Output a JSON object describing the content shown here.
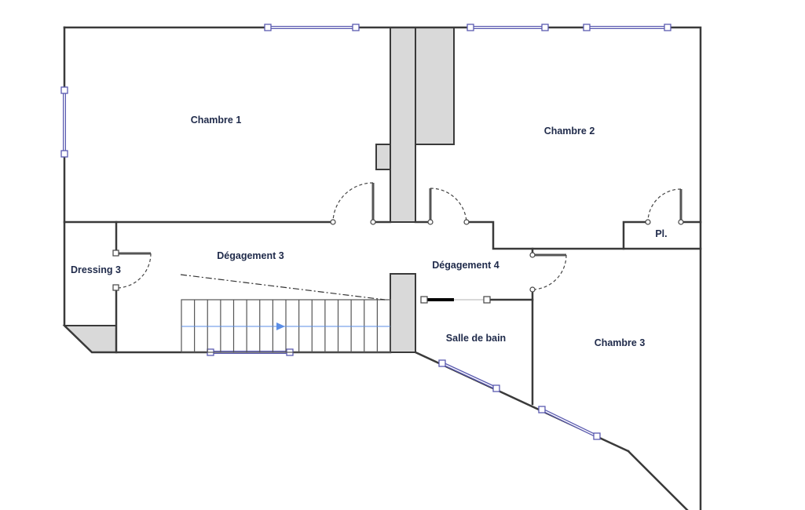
{
  "rooms": {
    "chambre1": "Chambre 1",
    "chambre2": "Chambre 2",
    "chambre3": "Chambre 3",
    "dressing3": "Dressing 3",
    "degagement3": "Dégagement 3",
    "degagement4": "Dégagement 4",
    "placard": "Pl.",
    "salle_de_bain": "Salle de bain"
  },
  "stairs": {
    "steps": 16,
    "arrow_color": "#5b8ee6"
  },
  "colors": {
    "wall": "#3a3a3a",
    "window": "#5a5ab0",
    "fill": "#d9d9d9",
    "label": "#1f2a4a"
  }
}
